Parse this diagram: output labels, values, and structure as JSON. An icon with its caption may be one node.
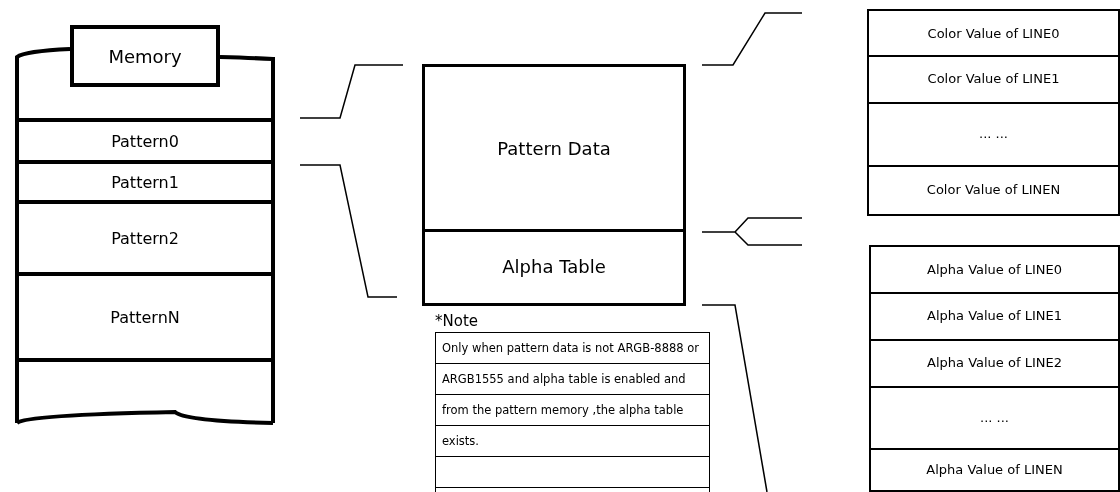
{
  "diagram": {
    "nodes": [
      {
        "text": [
          "Memory"
        ]
      },
      {
        "text": [
          "Pattern0"
        ],
        "in": 0
      },
      {
        "text": [
          "Pattern1"
        ],
        "in": 0
      },
      {
        "text": [
          "Pattern2"
        ],
        "in": 0
      },
      {
        "text": [
          "PatternN"
        ],
        "in": 0
      },
      {
        "text": [],
        "shape": "box",
        "in": 0
      },
      {
        "text": [
          "Pattern Data"
        ]
      },
      {
        "text": [
          "Alpha Table"
        ]
      },
      {
        "text": [
          "*Note",
          "Only when pattern data is  not ARGB-8888 or ARGB1555  and alpha table is enabled and from the pattern memory ,the alpha table exists."
        ]
      },
      {
        "text": [
          "Color Value of LINE0"
        ]
      },
      {
        "text": [
          "Color Value of LINE1"
        ]
      },
      {
        "text": [
          "... ..."
        ]
      },
      {
        "text": [
          "Color Value of LINEN"
        ]
      },
      {
        "text": [
          "Alpha Value of LINE0"
        ]
      },
      {
        "text": [
          "Alpha Value of LINE1"
        ]
      },
      {
        "text": [
          "Alpha Value of LINE2"
        ]
      },
      {
        "text": [
          "... ..."
        ]
      },
      {
        "text": [
          "Alpha Value of LINEN"
        ]
      }
    ]
  }
}
